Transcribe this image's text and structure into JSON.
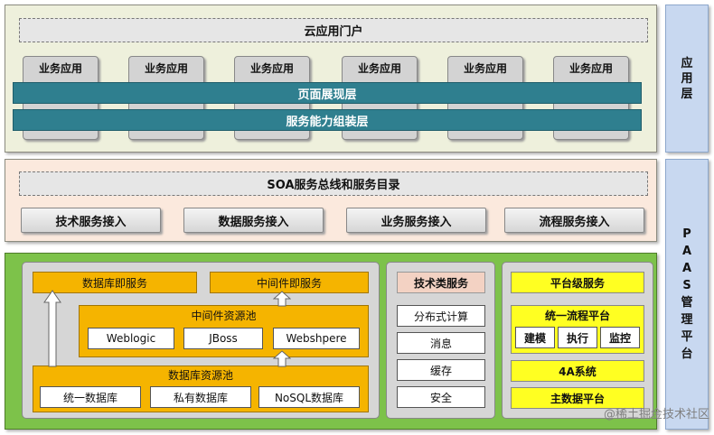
{
  "side_labels": {
    "app_layer": [
      "应",
      "用",
      "层"
    ],
    "paas_layer": [
      "P",
      "A",
      "A",
      "S",
      "管",
      "理",
      "平",
      "台"
    ]
  },
  "app_layer": {
    "portal": "云应用门户",
    "apps": [
      "业务应用",
      "业务应用",
      "业务应用",
      "业务应用",
      "业务应用",
      "业务应用"
    ],
    "presentation_bar": "页面展现层",
    "assembly_bar": "服务能力组装层"
  },
  "soa_layer": {
    "bus": "SOA服务总线和服务目录",
    "access": [
      "技术服务接入",
      "数据服务接入",
      "业务服务接入",
      "流程服务接入"
    ]
  },
  "paas_layer": {
    "db_service": "数据库即服务",
    "mw_service": "中间件即服务",
    "mw_pool": {
      "title": "中间件资源池",
      "items": [
        "Weblogic",
        "JBoss",
        "Webshpere"
      ]
    },
    "db_pool": {
      "title": "数据库资源池",
      "items": [
        "统一数据库",
        "私有数据库",
        "NoSQL数据库"
      ]
    },
    "tech_services": {
      "title": "技术类服务",
      "items": [
        "分布式计算",
        "消息",
        "缓存",
        "安全"
      ]
    },
    "platform_services": {
      "title": "平台级服务",
      "workflow": {
        "title": "统一流程平台",
        "items": [
          "建模",
          "执行",
          "监控"
        ]
      },
      "auth": "4A系统",
      "master_data": "主数据平台"
    }
  },
  "watermark": "@稀土掘金技术社区",
  "colors": {
    "app_bg": "#eef0dc",
    "soa_bg": "#fbe9dd",
    "paas_bg": "#7dc24a",
    "side_bg": "#c8d8f0",
    "teal": "#2f7f8f",
    "orange": "#f5b400",
    "yellow": "#ffff22",
    "pink": "#f3d2c3"
  }
}
